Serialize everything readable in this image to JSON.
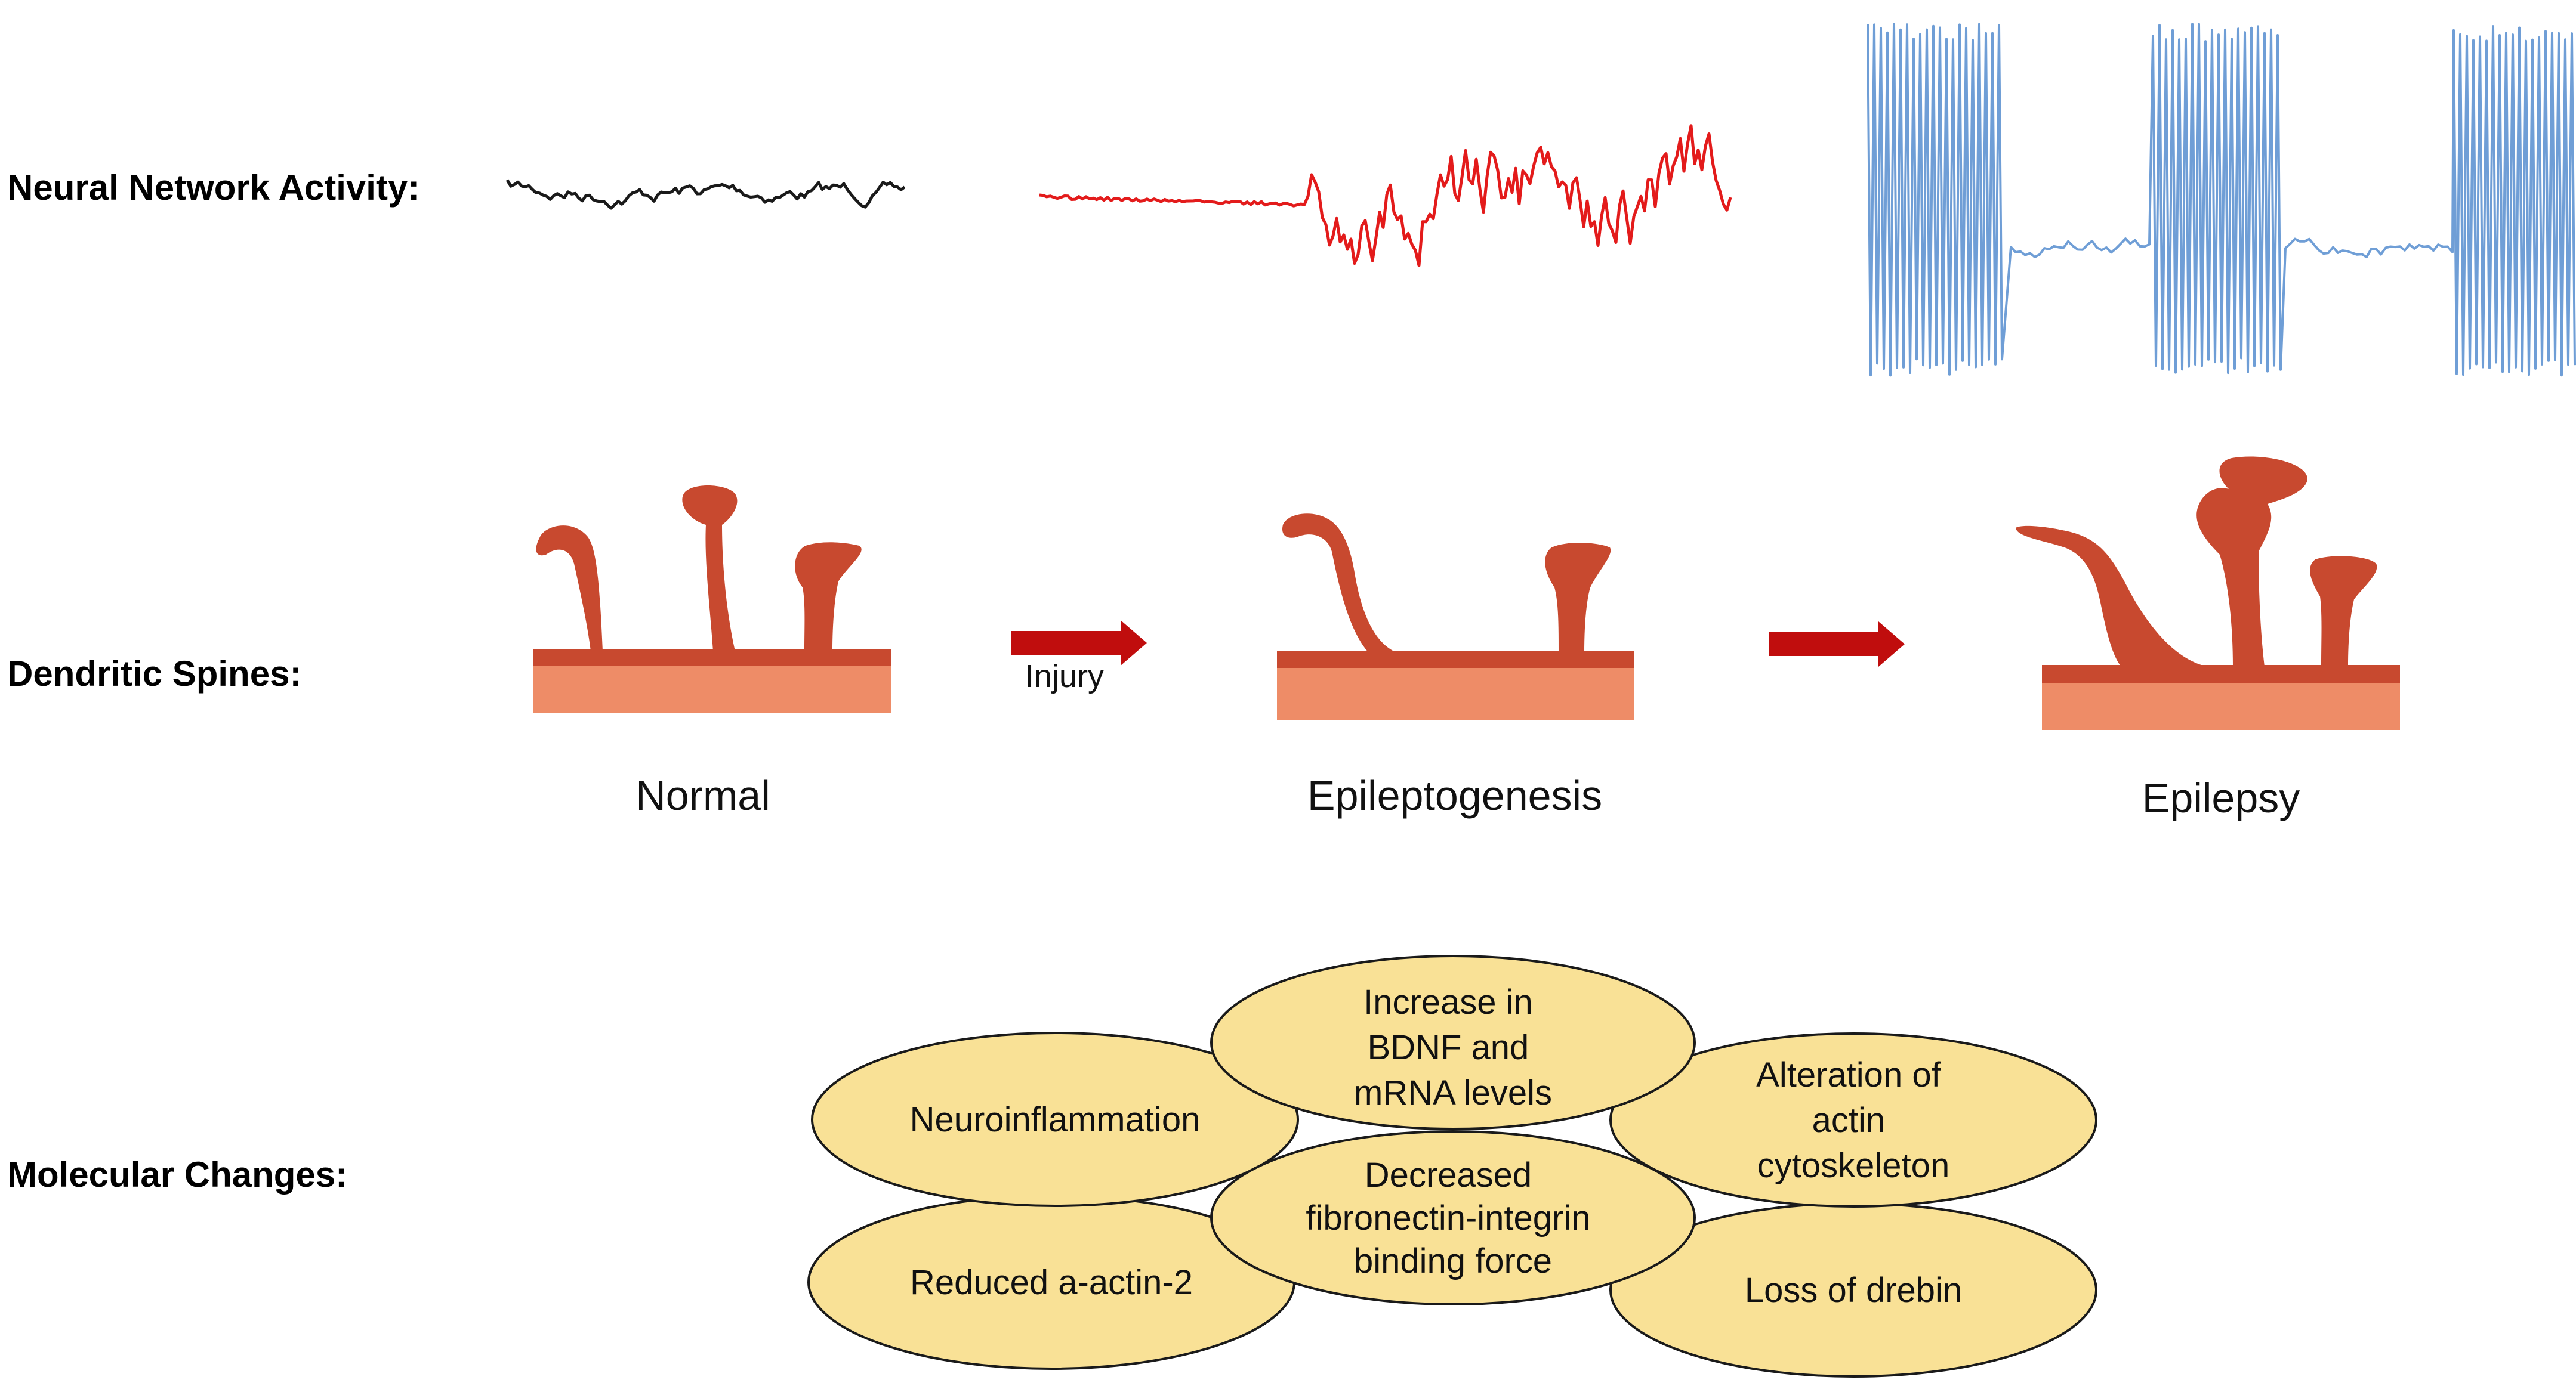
{
  "rows": {
    "activity": "Neural Network Activity:",
    "spines": "Dendritic Spines:",
    "molecular": "Molecular Changes:"
  },
  "stages": {
    "normal": "Normal",
    "epileptogenesis": "Epileptogenesis",
    "epilepsy": "Epilepsy"
  },
  "arrows": {
    "injury": "Injury"
  },
  "molecular": {
    "neuroinflammation": [
      "Neuroinflammation"
    ],
    "bdnf": [
      "Increase in",
      "BDNF and",
      "mRNA levels"
    ],
    "actin_cytoskeleton": [
      "Alteration of",
      "actin",
      "cytoskeleton"
    ],
    "fibronectin": [
      "Decreased",
      "fibronectin-integrin",
      "binding force"
    ],
    "actinin": [
      "Reduced a-actin-2"
    ],
    "drebin": [
      "Loss of drebin"
    ]
  },
  "colors": {
    "normal_trace": "#1a1a1a",
    "epileptogenesis_trace": "#e31b1b",
    "epilepsy_trace": "#6f9ed6",
    "spine": "#c8492f",
    "dendrite_base": "#ee8c67",
    "arrow": "#c00d0d",
    "ellipse_fill": "#f9e196",
    "ellipse_stroke": "#1a1a1a"
  }
}
